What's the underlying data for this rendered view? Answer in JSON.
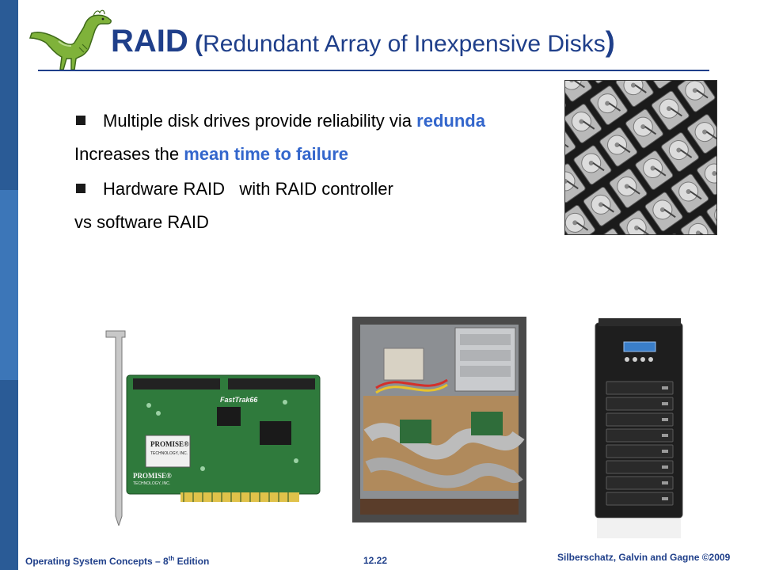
{
  "slide": {
    "title_main": "RAID",
    "title_paren_open": " (",
    "title_sub": "Redundant Array of Inexpensive Disks",
    "title_paren_close": ")"
  },
  "content": {
    "bullet1_text": "Multiple disk drives provide reliability via ",
    "bullet1_highlight": "redunda",
    "line2_text": "Increases the ",
    "line2_highlight": "mean time to failure",
    "bullet2_text": "Hardware RAID   with RAID controller",
    "line4_text": "vs software RAID"
  },
  "card_labels": {
    "brand_top": "PROMISE®",
    "brand_top_sub": "TECHNOLOGY, INC.",
    "chip_label": "FastTrak66",
    "brand_bottom": "PROMISE®",
    "brand_bottom_sub": "TECHNOLOGY, INC."
  },
  "footer": {
    "left_prefix": "Operating System Concepts – 8",
    "left_sup": "th",
    "left_suffix": " Edition",
    "page_number": "12.22",
    "right": "Silberschatz, Galvin and Gagne ©2009"
  },
  "colors": {
    "title": "#1f3f8a",
    "highlight": "#3366cc",
    "sidebar": "#2a5b96"
  },
  "icons": {
    "bullet": "square-bullet-icon",
    "logo": "dinosaur-logo-icon"
  }
}
